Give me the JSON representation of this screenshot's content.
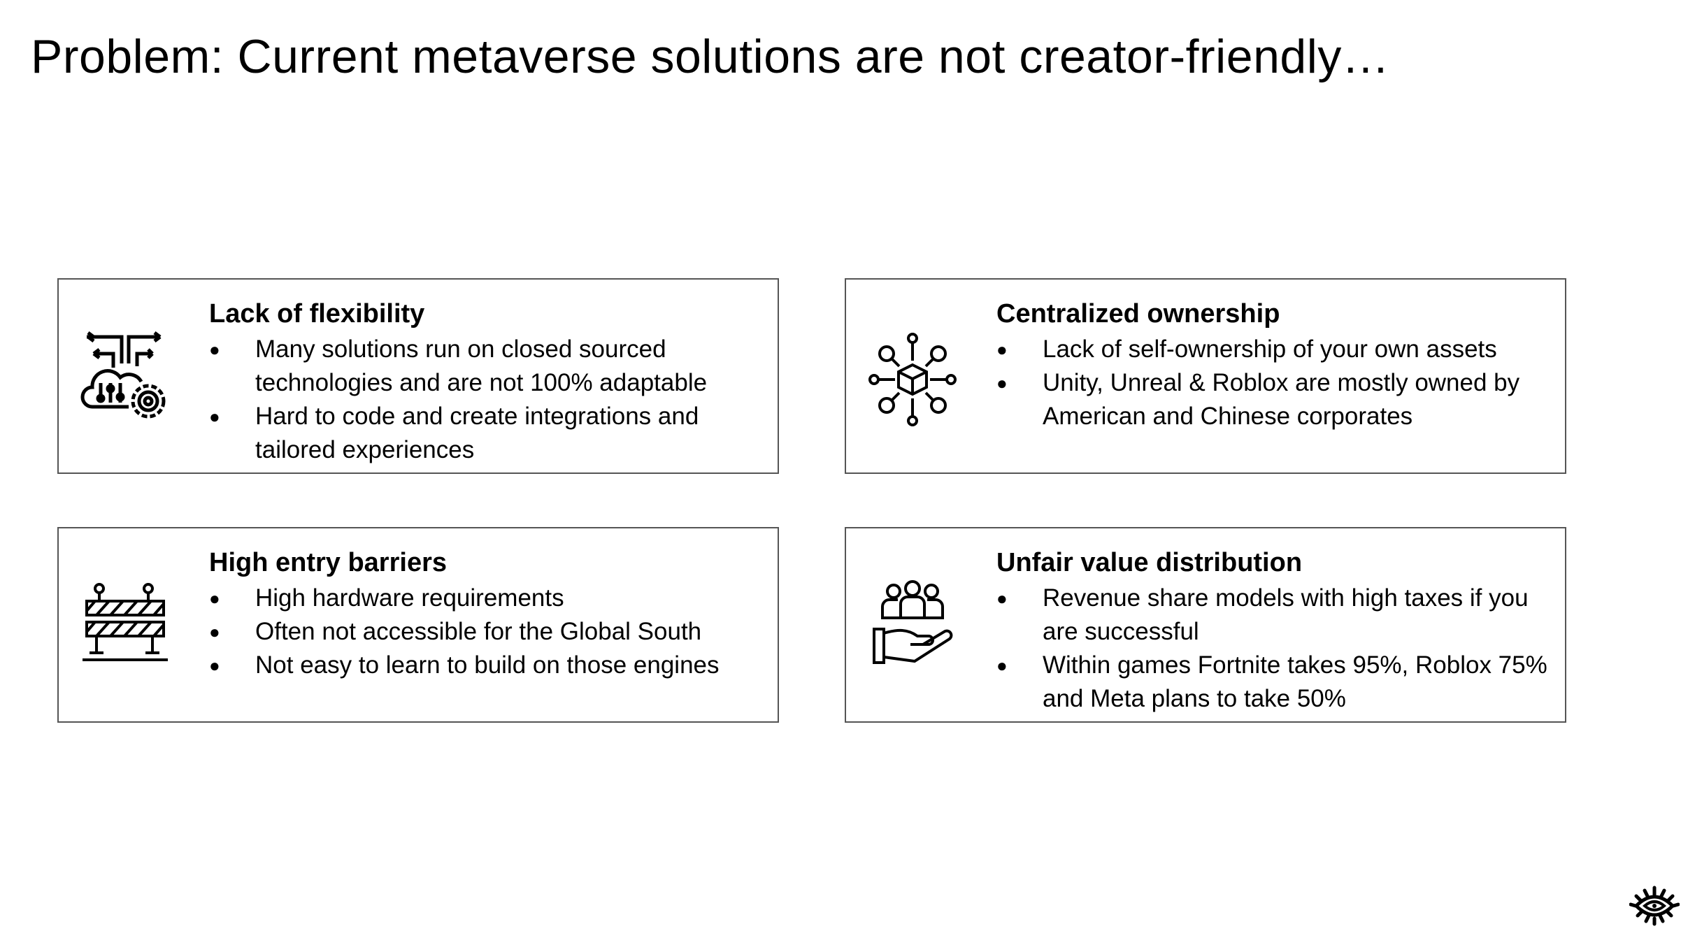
{
  "title": "Problem: Current metaverse solutions are not creator-friendly…",
  "cards": [
    {
      "icon": "cloud-gear-arrows-icon",
      "heading": "Lack of flexibility",
      "bullets": [
        "Many solutions run on closed sourced technologies and are not 100% adaptable",
        "Hard to code and create integrations and tailored experiences"
      ]
    },
    {
      "icon": "network-cube-icon",
      "heading": "Centralized ownership",
      "bullets": [
        "Lack of self-ownership of your own assets",
        "Unity, Unreal & Roblox are mostly owned by American and Chinese corporates"
      ]
    },
    {
      "icon": "barrier-icon",
      "heading": "High entry barriers",
      "bullets": [
        "High hardware requirements",
        "Often not accessible for the Global South",
        "Not easy to learn to build on those engines"
      ]
    },
    {
      "icon": "hand-people-icon",
      "heading": "Unfair value distribution",
      "bullets": [
        "Revenue share models with high taxes if you are successful",
        "Within games Fortnite takes 95%, Roblox 75% and Meta plans to take 50%"
      ]
    }
  ],
  "logo": "eye-logo-icon"
}
